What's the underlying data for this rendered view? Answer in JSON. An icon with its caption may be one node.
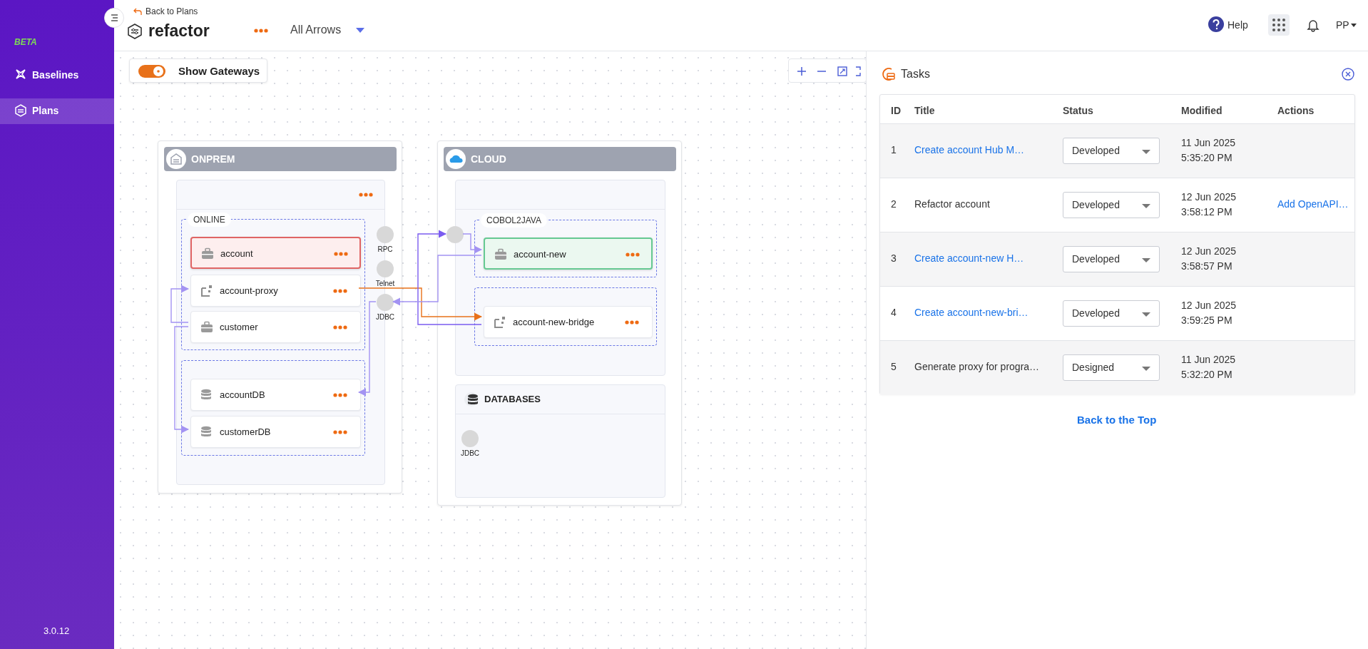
{
  "diagram": {
    "title": "refactor",
    "nodes": [
      {
        "text": [
          "ONPREM"
        ]
      },
      {
        "text": [],
        "shape": "box",
        "in": 0
      },
      {
        "text": [
          "ONLINE"
        ],
        "in": 1
      },
      {
        "text": [
          "account"
        ],
        "in": 2
      },
      {
        "text": [
          "account-proxy"
        ],
        "in": 2
      },
      {
        "text": [
          "customer"
        ],
        "in": 2
      },
      {
        "text": [],
        "shape": "box",
        "in": 1
      },
      {
        "text": [
          "accountDB"
        ],
        "in": 6
      },
      {
        "text": [
          "customerDB"
        ],
        "in": 6
      },
      {
        "text": [
          "RPC"
        ],
        "in": 0
      },
      {
        "text": [
          "Telnet"
        ],
        "in": 0
      },
      {
        "text": [
          "JDBC"
        ],
        "in": 0
      },
      {
        "text": [
          "CLOUD"
        ]
      },
      {
        "text": [],
        "shape": "box",
        "in": 12
      },
      {
        "text": [],
        "shape": "circle",
        "in": 12
      },
      {
        "text": [
          "COBOL2JAVA"
        ],
        "in": 13
      },
      {
        "text": [
          "account-new"
        ],
        "in": 15
      },
      {
        "text": [],
        "shape": "box",
        "in": 13
      },
      {
        "text": [
          "account-new-bridge"
        ],
        "in": 17
      },
      {
        "text": [
          "DATABASES"
        ],
        "in": 12
      },
      {
        "text": [
          "JDBC"
        ],
        "in": 19
      }
    ],
    "edges": [
      {
        "from": 5,
        "to": 4,
        "arrow": "to"
      },
      {
        "from": 5,
        "to": 8,
        "arrow": "to"
      },
      {
        "from": 4,
        "to": 18,
        "arrow": "to",
        "color": "#e8711a"
      },
      {
        "from": 18,
        "to": 14,
        "arrow": "to",
        "color": "#7b5cf0"
      },
      {
        "from": 14,
        "to": 16,
        "arrow": "to"
      },
      {
        "from": 16,
        "to": 11,
        "arrow": "to"
      },
      {
        "from": 11,
        "to": 7,
        "arrow": "to"
      }
    ],
    "labels": [
      "Back to Plans",
      "All Arrows",
      "Show Gateways",
      "Help",
      "PP",
      "BETA",
      "Baselines",
      "Plans",
      "3.0.12",
      "Tasks",
      "ID",
      "Title",
      "Status",
      "Modified",
      "Actions",
      "1",
      "Create account Hub M…",
      "Developed",
      "11 Jun 2025 5:35:20 PM",
      "2",
      "Refactor account",
      "Developed",
      "12 Jun 2025 3:58:12 PM",
      "Add OpenAPI…",
      "3",
      "Create account-new H…",
      "Developed",
      "12 Jun 2025 3:58:57 PM",
      "4",
      "Create account-new-bri…",
      "Developed",
      "12 Jun 2025 3:59:25 PM",
      "5",
      "Generate proxy for progra…",
      "Designed",
      "11 Jun 2025 5:32:20 PM",
      "Back to the Top"
    ]
  }
}
